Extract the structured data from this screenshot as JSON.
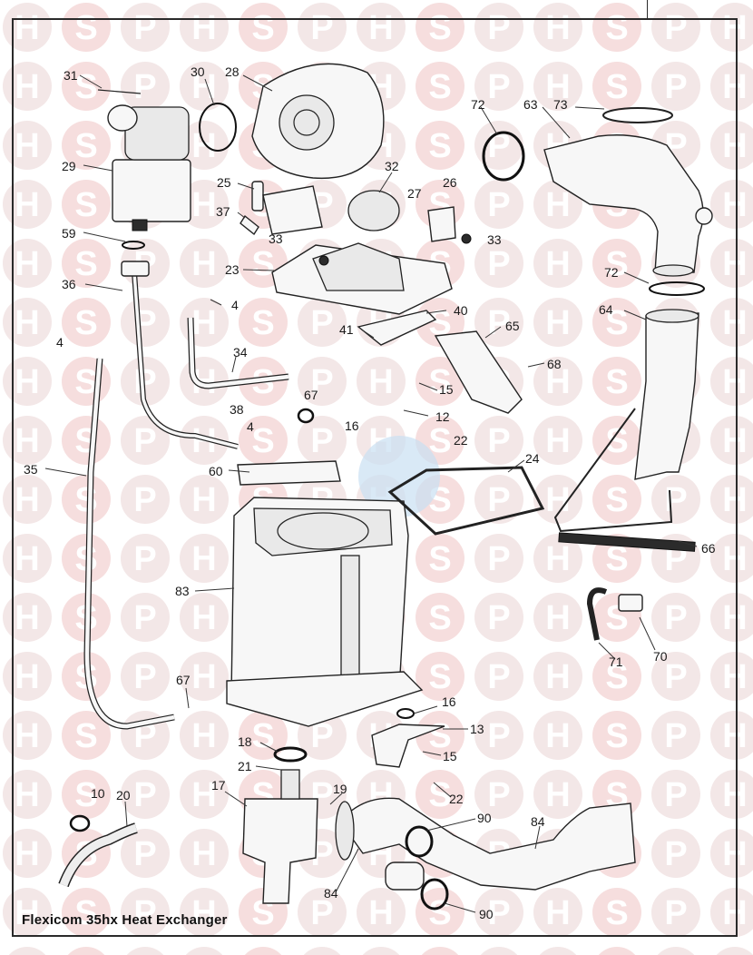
{
  "caption": "Flexicom 35hx Heat Exchanger",
  "watermark_letters": [
    "H",
    "S",
    "P"
  ],
  "colors": {
    "watermark": "#f3e7e7",
    "watermark_s": "#f6dede",
    "line": "#222222",
    "center_logo": "#c9dff2"
  },
  "part_labels": [
    "31",
    "30",
    "28",
    "72",
    "63",
    "73",
    "29",
    "32",
    "25",
    "27",
    "26",
    "37",
    "33",
    "33",
    "59",
    "23",
    "72",
    "36",
    "4",
    "40",
    "64",
    "41",
    "65",
    "4",
    "68",
    "34",
    "15",
    "67",
    "38",
    "12",
    "4",
    "16",
    "22",
    "35",
    "60",
    "24",
    "66",
    "83",
    "70",
    "71",
    "67",
    "16",
    "13",
    "18",
    "15",
    "21",
    "22",
    "17",
    "19",
    "10",
    "20",
    "90",
    "84",
    "84",
    "90"
  ],
  "icons": {
    "watermark": "hsp-watermark-logo"
  }
}
